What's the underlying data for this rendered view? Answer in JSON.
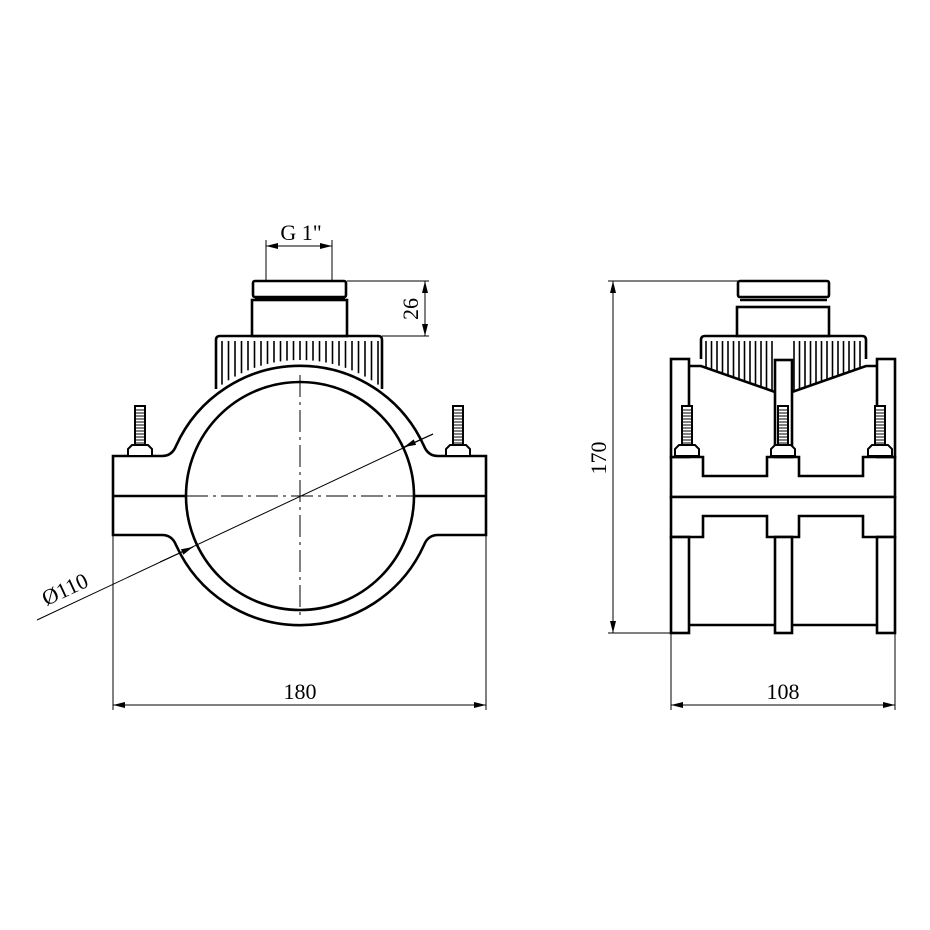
{
  "front_view": {
    "thread_label": "G 1\"",
    "height_label": "26",
    "diameter_label": "Ø110",
    "width_label": "180"
  },
  "side_view": {
    "height_label": "170",
    "width_label": "108"
  },
  "colors": {
    "line": "#000000",
    "background": "#ffffff"
  }
}
